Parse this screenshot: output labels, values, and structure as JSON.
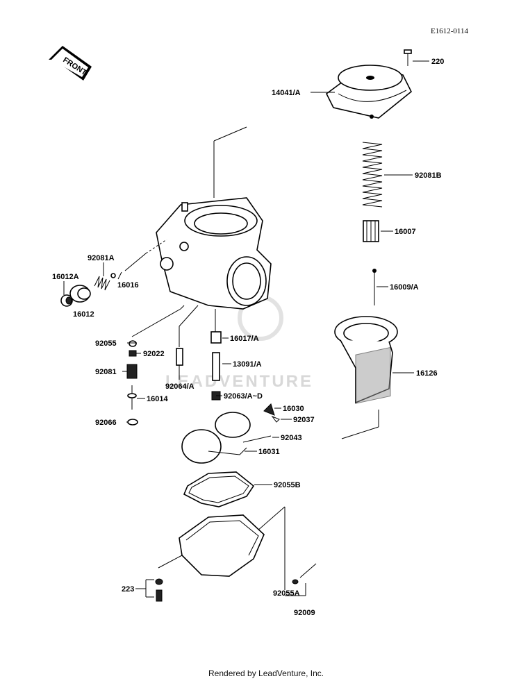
{
  "diagram_code": "E1612-0114",
  "front_arrow_text": "FRONT",
  "watermark": "LEADVENTURE",
  "footer": "Rendered by LeadVenture, Inc.",
  "labels": [
    {
      "id": "lbl-220",
      "text": "220"
    },
    {
      "id": "lbl-14041a",
      "text": "14041/A"
    },
    {
      "id": "lbl-92081b",
      "text": "92081B"
    },
    {
      "id": "lbl-16007",
      "text": "16007"
    },
    {
      "id": "lbl-16009a",
      "text": "16009/A"
    },
    {
      "id": "lbl-16126",
      "text": "16126"
    },
    {
      "id": "lbl-92081a",
      "text": "92081A"
    },
    {
      "id": "lbl-16012a",
      "text": "16012A"
    },
    {
      "id": "lbl-16016",
      "text": "16016"
    },
    {
      "id": "lbl-16012",
      "text": "16012"
    },
    {
      "id": "lbl-92055",
      "text": "92055"
    },
    {
      "id": "lbl-92022",
      "text": "92022"
    },
    {
      "id": "lbl-16017a",
      "text": "16017/A"
    },
    {
      "id": "lbl-13091a",
      "text": "13091/A"
    },
    {
      "id": "lbl-92081",
      "text": "92081"
    },
    {
      "id": "lbl-92064a",
      "text": "92064/A"
    },
    {
      "id": "lbl-92063a",
      "text": "92063/A~D"
    },
    {
      "id": "lbl-16014",
      "text": "16014"
    },
    {
      "id": "lbl-16030",
      "text": "16030"
    },
    {
      "id": "lbl-92037",
      "text": "92037"
    },
    {
      "id": "lbl-92066",
      "text": "92066"
    },
    {
      "id": "lbl-92043",
      "text": "92043"
    },
    {
      "id": "lbl-16031",
      "text": "16031"
    },
    {
      "id": "lbl-92055b",
      "text": "92055B"
    },
    {
      "id": "lbl-223",
      "text": "223"
    },
    {
      "id": "lbl-92055a",
      "text": "92055A"
    },
    {
      "id": "lbl-92009",
      "text": "92009"
    }
  ]
}
